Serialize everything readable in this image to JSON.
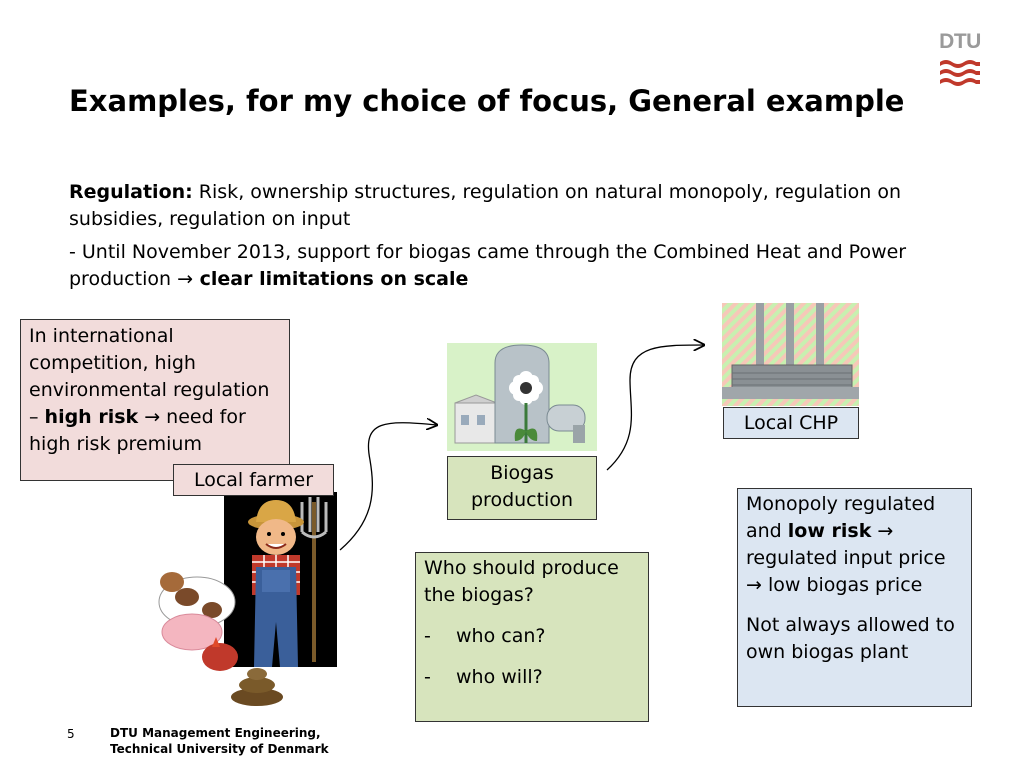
{
  "logo": {
    "text": "DTU",
    "color": "#9a9a9a",
    "mark_color": "#c0392b"
  },
  "title": "Examples, for my choice of focus, General example",
  "regulation": {
    "label": "Regulation:",
    "text": " Risk, ownership structures, regulation on natural monopoly, regulation on subsidies, regulation on input"
  },
  "until": {
    "text": "- Until November 2013, support for biogas came through the Combined Heat and Power production ",
    "arrow": "→",
    "bold": " clear limitations on scale"
  },
  "intl_box": {
    "text": "In international competition, high environmental regulation – ",
    "bold": "high risk",
    "arrow": "→",
    "text2": " need for high risk premium",
    "bg": "#f2dcdb"
  },
  "farmer_label": "Local farmer",
  "biogas_label": "Biogas production",
  "chp_label": "Local CHP",
  "who_box": {
    "question": "Who should produce the biogas?",
    "items": [
      "who can?",
      "who will?"
    ],
    "dash": "-",
    "bg": "#d7e4bd"
  },
  "mono_box": {
    "t1": "Monopoly regulated and ",
    "b1": "low risk",
    "a1": " → ",
    "t2": "regulated input price ",
    "a2": "→",
    "t3": " low biogas price",
    "p2": "Not always allowed to own biogas plant",
    "bg": "#dce6f2"
  },
  "footer": {
    "page": "5",
    "line1": "DTU Management Engineering,",
    "line2": "Technical University of Denmark"
  }
}
